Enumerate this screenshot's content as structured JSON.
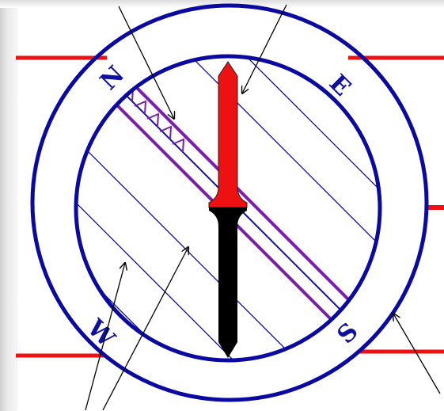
{
  "diagram": {
    "compass_labels": {
      "north": "N",
      "east": "E",
      "south": "S",
      "west": "W"
    },
    "colors": {
      "ring": "#0a0aa0",
      "red_lines": "#ee1111",
      "needle_north": "#ee1111",
      "needle_south": "#000000",
      "stripe_band": "#7a1fa8",
      "hatch": "#0a0a80",
      "leader": "#000000"
    },
    "icons": {
      "needle": "compass-needle-icon",
      "arrowheads": "arrow-icon"
    }
  }
}
